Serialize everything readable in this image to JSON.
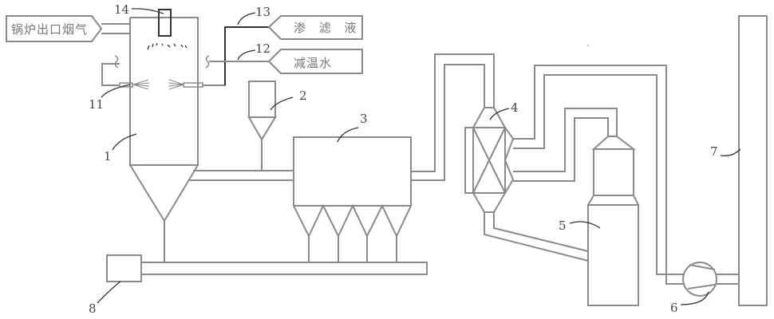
{
  "diagram": {
    "type": "process-flow",
    "inputs": {
      "boiler_flue_gas": "锅炉出口烟气",
      "leachate": "渗 滤 液",
      "cooling_water": "减温水"
    },
    "labels": {
      "n1": "1",
      "n2": "2",
      "n3": "3",
      "n4": "4",
      "n5": "5",
      "n6": "6",
      "n7": "7",
      "n8": "8",
      "n11": "11",
      "n12": "12",
      "n13": "13",
      "n14": "14"
    },
    "components": [
      {
        "id": "1",
        "name": "spray-tower"
      },
      {
        "id": "2",
        "name": "absorbent-hopper"
      },
      {
        "id": "3",
        "name": "baghouse-filter"
      },
      {
        "id": "4",
        "name": "catalytic-reactor"
      },
      {
        "id": "5",
        "name": "scrubber-tower"
      },
      {
        "id": "6",
        "name": "induced-draft-fan"
      },
      {
        "id": "7",
        "name": "chimney"
      },
      {
        "id": "8",
        "name": "ash-bin"
      },
      {
        "id": "11",
        "name": "spray-nozzle"
      },
      {
        "id": "12",
        "name": "cooling-water-line"
      },
      {
        "id": "13",
        "name": "leachate-line"
      },
      {
        "id": "14",
        "name": "top-nozzle"
      }
    ],
    "colors": {
      "line": "#8a8a8a",
      "dark_line": "#333333",
      "text": "#777777"
    }
  }
}
